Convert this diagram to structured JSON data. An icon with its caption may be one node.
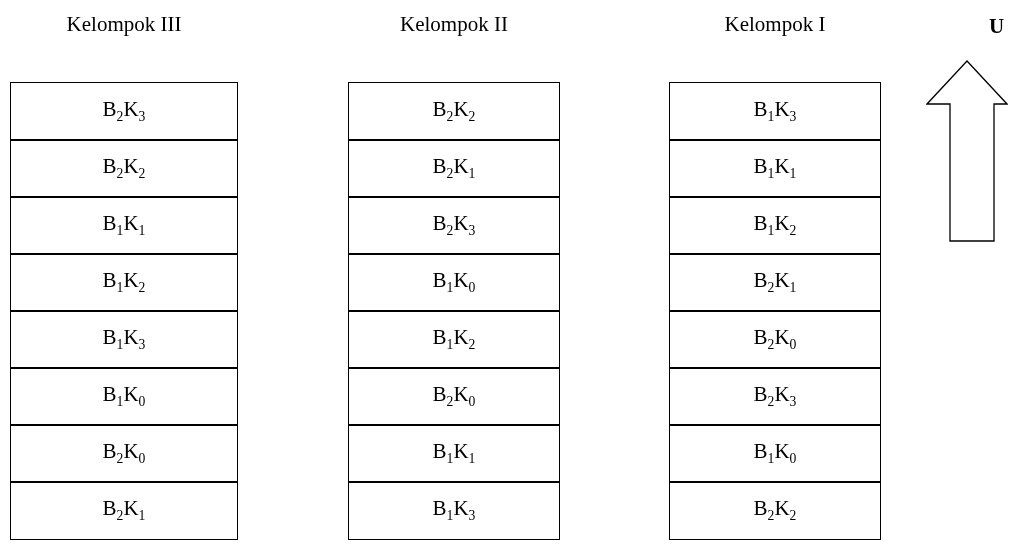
{
  "diagram": {
    "nodes": [
      {
        "text": [
          "Kelompok III"
        ]
      },
      {
        "text": [
          "B$_{2}$K$_{3}$"
        ],
        "in": 0
      },
      {
        "text": [
          "B$_{2}$K$_{2}$"
        ],
        "in": 0
      },
      {
        "text": [
          "B$_{1}$K$_{1}$"
        ],
        "in": 0
      },
      {
        "text": [
          "B$_{1}$K$_{2}$"
        ],
        "in": 0
      },
      {
        "text": [
          "B$_{1}$K$_{3}$"
        ],
        "in": 0
      },
      {
        "text": [
          "B$_{1}$K$_{0}$"
        ],
        "in": 0
      },
      {
        "text": [
          "B$_{2}$K$_{0}$"
        ],
        "in": 0
      },
      {
        "text": [
          "B$_{2}$K$_{1}$"
        ],
        "in": 0
      },
      {
        "text": [
          "Kelompok II"
        ]
      },
      {
        "text": [
          "B$_{2}$K$_{2}$"
        ],
        "in": 9
      },
      {
        "text": [
          "B$_{2}$K$_{1}$"
        ],
        "in": 9
      },
      {
        "text": [
          "B$_{2}$K$_{3}$"
        ],
        "in": 9
      },
      {
        "text": [
          "B$_{1}$K$_{0}$"
        ],
        "in": 9
      },
      {
        "text": [
          "B$_{1}$K$_{2}$"
        ],
        "in": 9
      },
      {
        "text": [
          "B$_{2}$K$_{0}$"
        ],
        "in": 9
      },
      {
        "text": [
          "B$_{1}$K$_{1}$"
        ],
        "in": 9
      },
      {
        "text": [
          "B$_{1}$K$_{3}$"
        ],
        "in": 9
      },
      {
        "text": [
          "Kelompok I"
        ]
      },
      {
        "text": [
          "B$_{1}$K$_{3}$"
        ],
        "in": 18
      },
      {
        "text": [
          "B$_{1}$K$_{1}$"
        ],
        "in": 18
      },
      {
        "text": [
          "B$_{1}$K$_{2}$"
        ],
        "in": 18
      },
      {
        "text": [
          "B$_{2}$K$_{1}$"
        ],
        "in": 18
      },
      {
        "text": [
          "B$_{2}$K$_{0}$"
        ],
        "in": 18
      },
      {
        "text": [
          "B$_{2}$K$_{3}$"
        ],
        "in": 18
      },
      {
        "text": [
          "B$_{1}$K$_{0}$"
        ],
        "in": 18
      },
      {
        "text": [
          "B$_{2}$K$_{2}$"
        ],
        "in": 18
      }
    ],
    "labels": [
      "U"
    ]
  }
}
